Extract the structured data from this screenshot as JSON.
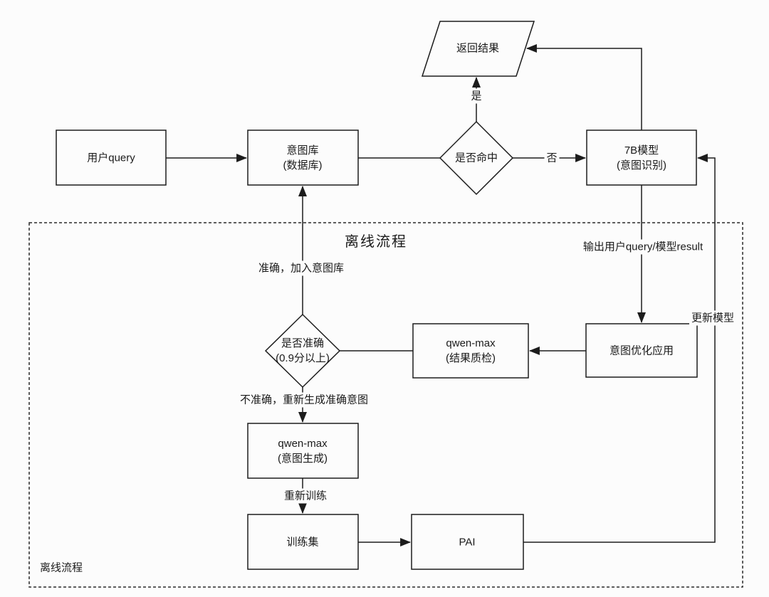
{
  "colors": {
    "background": "#fcfcfc",
    "line": "#1c1c1c",
    "text": "#1a1a1a"
  },
  "nodes": {
    "user_query": {
      "label": "用户query"
    },
    "intent_db": {
      "line1": "意图库",
      "line2": "(数据库)"
    },
    "hit_decision": {
      "label": "是否命中"
    },
    "model_7b": {
      "line1": "7B模型",
      "line2": "(意图识别)"
    },
    "return_result": {
      "label": "返回结果"
    },
    "accurate_decision": {
      "line1": "是否准确",
      "line2": "(0.9分以上)"
    },
    "qwen_check": {
      "line1": "qwen-max",
      "line2": "(结果质检)"
    },
    "intent_opt": {
      "label": "意图优化应用"
    },
    "qwen_gen": {
      "line1": "qwen-max",
      "line2": "(意图生成)"
    },
    "train_set": {
      "label": "训练集"
    },
    "pai": {
      "label": "PAI"
    }
  },
  "edge_labels": {
    "yes": "是",
    "no": "否",
    "accurate": "准确，加入意图库",
    "inaccurate": "不准确，重新生成准确意图",
    "retrain": "重新训练",
    "output": "输出用户query/模型result",
    "update_model": "更新模型",
    "offline_top": "离线流程",
    "offline_bottom": "离线流程"
  }
}
